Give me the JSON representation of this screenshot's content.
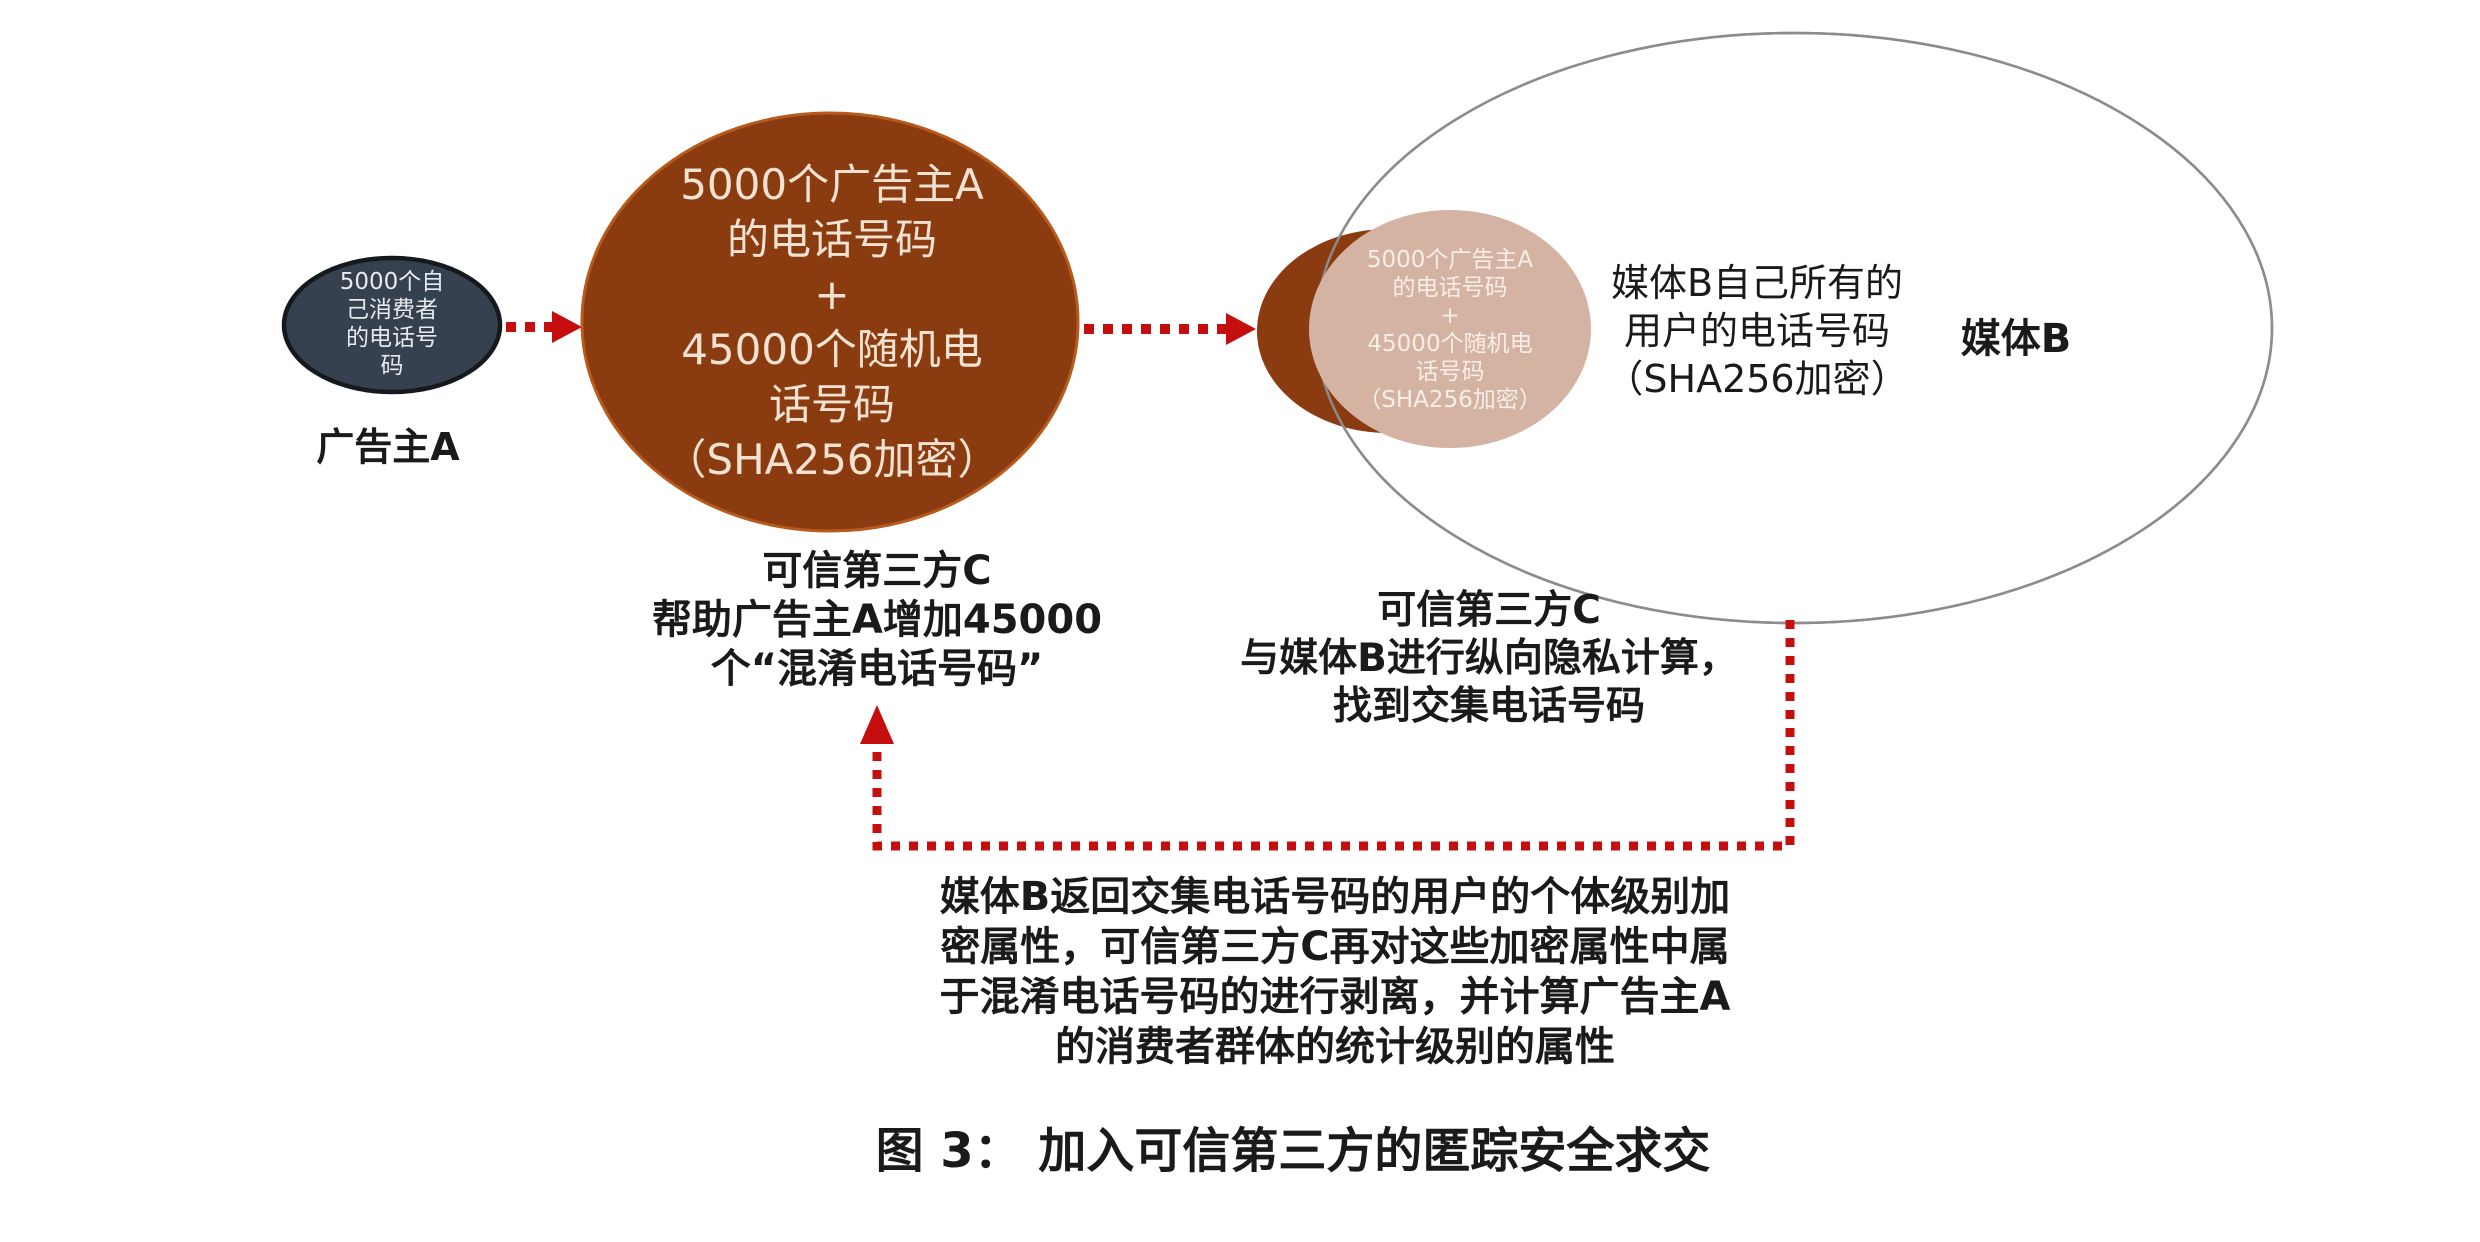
{
  "figure": {
    "caption": "图 3：  加入可信第三方的匿踪安全求交"
  },
  "advertiser": {
    "bubble": "5000个自\n己消费者\n的电话号\n码",
    "label": "广告主A"
  },
  "ttp": {
    "bubble": "5000个广告主A\n的电话号码\n+\n45000个随机电\n话号码\n（SHA256加密）",
    "caption": "可信第三方C\n帮助广告主A增加45000\n个“混淆电话号码”"
  },
  "intersection": {
    "bubble": "5000个广告主A\n的电话号码\n+\n45000个随机电\n话号码\n（SHA256加密）"
  },
  "media": {
    "bubble": "媒体B自己所有的\n用户的电话号码\n（SHA256加密）",
    "label": "媒体B",
    "caption": "可信第三方C\n与媒体B进行纵向隐私计算，\n找到交集电话号码"
  },
  "flow": {
    "return_note": "媒体B返回交集电话号码的用户的个体级别加\n密属性，可信第三方C再对这些加密属性中属\n于混淆电话号码的进行剥离，并计算广告主A\n的消费者群体的统计级别的属性"
  },
  "colors": {
    "navy_fill": "#36414F",
    "navy_stroke": "#15181D",
    "brown_fill": "#8B3B10",
    "brown_stroke": "#B75A1C",
    "tan_fill": "#D5B3A2",
    "media_fill": "#FFFFFF",
    "media_stroke": "#8C8C8C",
    "arrow_red": "#C50E0E",
    "text_black": "#1A1A1A",
    "none": "none"
  }
}
